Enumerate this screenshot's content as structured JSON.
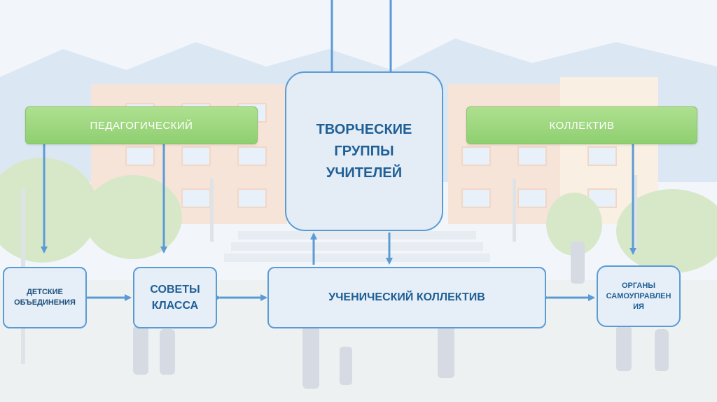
{
  "boxes": {
    "pedagogical": "ПЕДАГОГИЧЕСКИЙ",
    "collective": "КОЛЛЕКТИВ",
    "creative_groups": "ТВОРЧЕСКИЕ ГРУППЫ УЧИТЕЛЕЙ",
    "children_associations": "ДЕТСКИЕ ОБЪЕДИНЕНИЯ",
    "class_councils": "СОВЕТЫ КЛАССА",
    "student_collective": "УЧЕНИЧЕСКИЙ КОЛЛЕКТИВ",
    "self_government": "ОРГАНЫ САМОУПРАВЛЕН ИЯ"
  },
  "colors": {
    "arrow": "#5b9bd5",
    "box_border": "#5b9bd5",
    "box_text": "#1f5f96",
    "green_box": "#9ed882"
  }
}
